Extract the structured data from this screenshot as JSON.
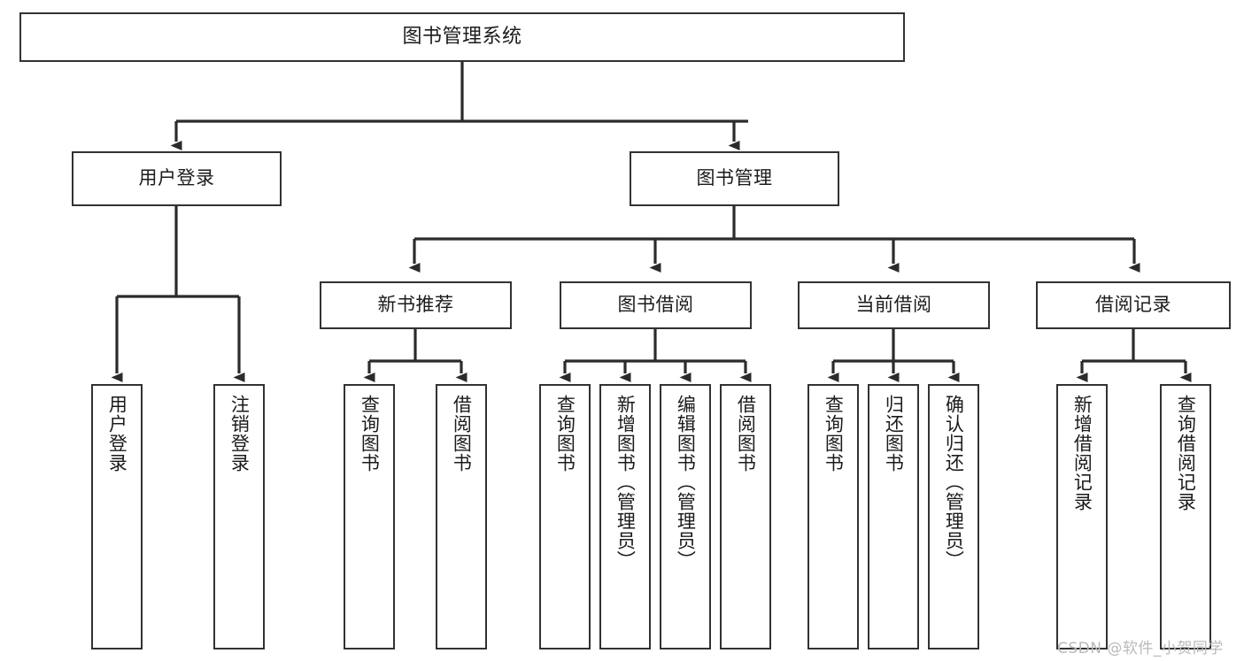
{
  "diagram": {
    "title": "图书管理系统",
    "type": "tree",
    "colors": {
      "box_border": "#33322f",
      "box_fill": "#ffffff",
      "line": "#2b2b2b",
      "text": "#1b1b1b",
      "watermark": "#b9b9b9"
    },
    "root": {
      "label": "图书管理系统"
    },
    "level2": [
      {
        "label": "用户登录"
      },
      {
        "label": "图书管理"
      }
    ],
    "level3": [
      {
        "label": "新书推荐"
      },
      {
        "label": "图书借阅"
      },
      {
        "label": "当前借阅"
      },
      {
        "label": "借阅记录"
      }
    ],
    "leaves": {
      "user_login": [
        {
          "label": "用户登录"
        },
        {
          "label": "注销登录"
        }
      ],
      "new_book_recommend": [
        {
          "label": "查询图书"
        },
        {
          "label": "借阅图书"
        }
      ],
      "book_borrow": [
        {
          "label": "查询图书"
        },
        {
          "label": "新增图书（管理员）"
        },
        {
          "label": "编辑图书（管理员）"
        },
        {
          "label": "借阅图书"
        }
      ],
      "current_borrow": [
        {
          "label": "查询图书"
        },
        {
          "label": "归还图书"
        },
        {
          "label": "确认归还（管理员）"
        }
      ],
      "borrow_records": [
        {
          "label": "新增借阅记录"
        },
        {
          "label": "查询借阅记录"
        }
      ]
    },
    "watermark": "CSDN @软件_小贺同学"
  }
}
